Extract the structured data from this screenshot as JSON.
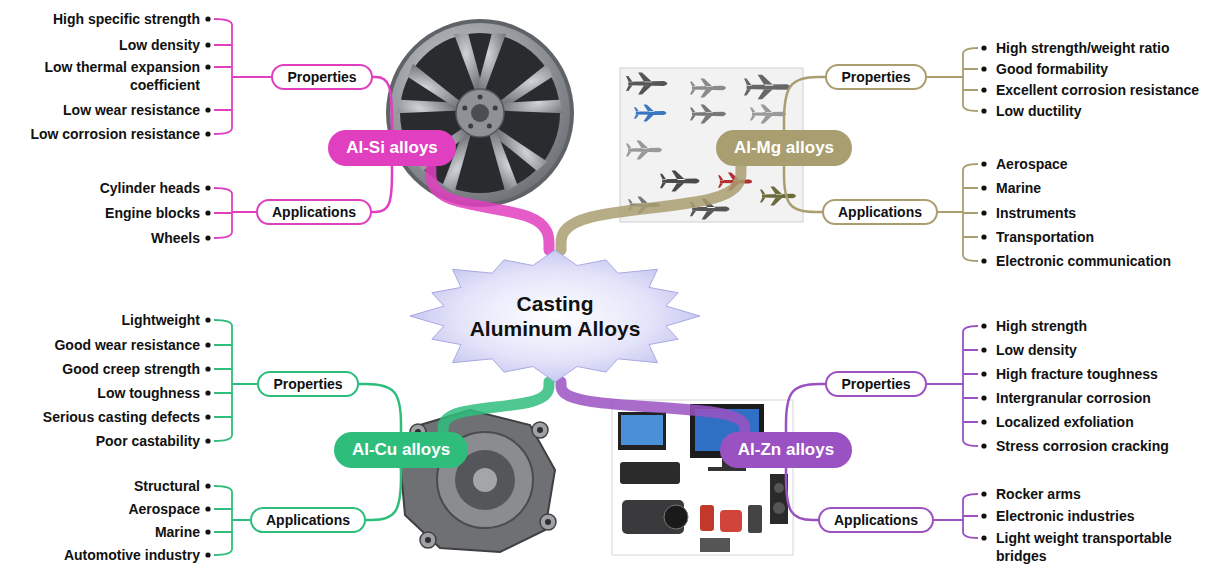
{
  "diagram": {
    "nodes": [
      {
        "text": [
          "Casting Aluminum Alloys"
        ]
      },
      {
        "text": [
          "Al-Si alloys"
        ]
      },
      {
        "text": [
          "Properties"
        ]
      },
      {
        "text": [
          "Applications"
        ]
      },
      {
        "text": [
          "Al-Mg alloys"
        ]
      },
      {
        "text": [
          "Properties"
        ]
      },
      {
        "text": [
          "Applications"
        ]
      },
      {
        "text": [
          "Al-Cu alloys"
        ]
      },
      {
        "text": [
          "Properties"
        ]
      },
      {
        "text": [
          "Applications"
        ]
      },
      {
        "text": [
          "Al-Zn alloys"
        ]
      },
      {
        "text": [
          "Properties"
        ]
      },
      {
        "text": [
          "Applications"
        ]
      }
    ],
    "edges": [
      {
        "from": 0,
        "to": 1,
        "arrow": "none"
      },
      {
        "from": 1,
        "to": 2,
        "arrow": "none"
      },
      {
        "from": 1,
        "to": 3,
        "arrow": "none"
      },
      {
        "from": 0,
        "to": 4,
        "arrow": "none"
      },
      {
        "from": 4,
        "to": 5,
        "arrow": "none"
      },
      {
        "from": 4,
        "to": 6,
        "arrow": "none"
      },
      {
        "from": 0,
        "to": 7,
        "arrow": "none"
      },
      {
        "from": 7,
        "to": 8,
        "arrow": "none"
      },
      {
        "from": 7,
        "to": 9,
        "arrow": "none"
      },
      {
        "from": 0,
        "to": 10,
        "arrow": "none"
      },
      {
        "from": 10,
        "to": 11,
        "arrow": "none"
      },
      {
        "from": 10,
        "to": 12,
        "arrow": "none"
      }
    ],
    "labels": [
      "High specific strength",
      "Low density",
      "Low thermal expansion coefficient",
      "Low wear resistance",
      "Low corrosion resistance",
      "Cylinder heads",
      "Engine blocks",
      "Wheels",
      "High strength/weight ratio",
      "Good formability",
      "Excellent corrosion resistance",
      "Low ductility",
      "Aerospace",
      "Marine",
      "Instruments",
      "Transportation",
      "Electronic communication",
      "Lightweight",
      "Good wear resistance",
      "Good creep strength",
      "Low toughness",
      "Serious casting defects",
      "Poor castability",
      "Structural",
      "Aerospace",
      "Marine",
      "Automotive industry",
      "High strength",
      "Low density",
      "High fracture toughness",
      "Intergranular corrosion",
      "Localized exfoliation",
      "Stress corrosion cracking",
      "Rocker arms",
      "Electronic industries",
      "Light weight transportable bridges"
    ]
  }
}
